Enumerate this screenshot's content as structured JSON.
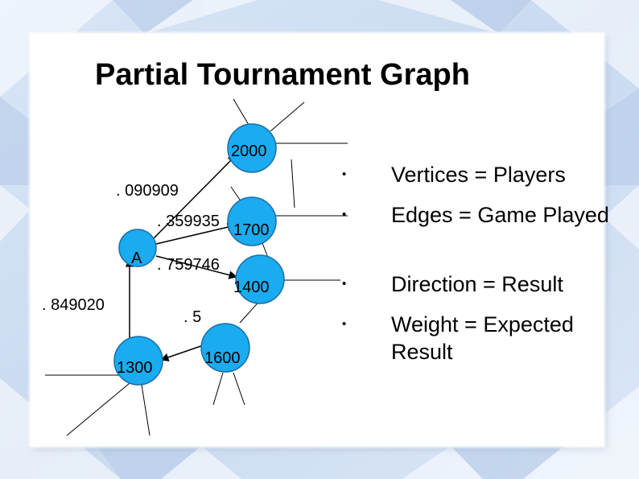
{
  "title": "Partial Tournament Graph",
  "graph": {
    "nodes": {
      "n2000": "2000",
      "n1700": "1700",
      "n1400": "1400",
      "nA": "A",
      "n1300": "1300",
      "n1600": "1600"
    },
    "weights": {
      "w_a_2000": ". 090909",
      "w_a_1700": ". 359935",
      "w_a_1400": ". 759746",
      "w_1300_a": ". 849020",
      "w_1600_1300": ". 5"
    }
  },
  "bullets": [
    {
      "text": "Vertices = Players"
    },
    {
      "text": "Edges = Game Played"
    },
    {
      "text": "Direction = Result"
    },
    {
      "text": "Weight = Expected Result"
    }
  ],
  "colors": {
    "node_fill": "#1aabf0",
    "node_stroke": "#1a6fa6",
    "edge": "#000000"
  }
}
